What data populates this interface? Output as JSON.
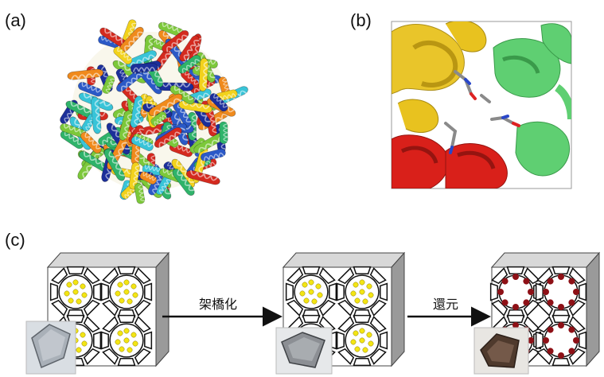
{
  "panel_labels": {
    "a": "(a)",
    "b": "(b)",
    "c": "(c)"
  },
  "steps": [
    {
      "label": "架橋化"
    },
    {
      "label": "還元"
    }
  ],
  "colors": {
    "background": "#ffffff",
    "helix_palette": [
      "#d42a1f",
      "#f08a1c",
      "#f2d21c",
      "#7cc83a",
      "#2fb36a",
      "#38c4d8",
      "#2b59c7",
      "#1c2f9a"
    ],
    "chain_yellow": "#e8c21f",
    "chain_green": "#5fcf72",
    "chain_red": "#d9201a",
    "cage_outline": "#111111",
    "metal_ion": "#f3e514",
    "nanoparticle": "#8e1016",
    "crosslinker": "#c8731c",
    "block_face": "#ffffff",
    "block_side": "#9a9a9a",
    "block_top": "#d8d8d8"
  },
  "icons": {
    "arrow": "right-arrow-icon",
    "protein_cage": "protein-cage-icon",
    "crystal": "crystal-photo-icon"
  }
}
